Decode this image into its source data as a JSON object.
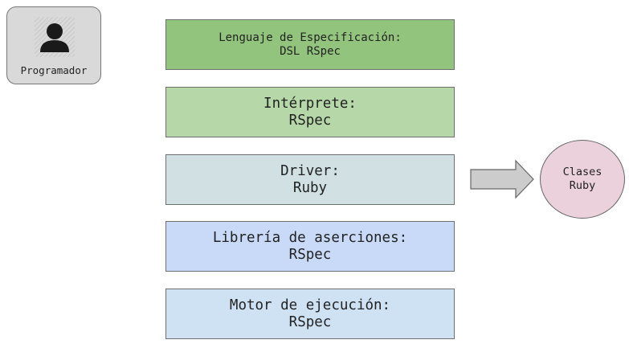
{
  "actor": {
    "label": "Programador",
    "icon": "user-silhouette-icon"
  },
  "layers": [
    {
      "line1": "Lenguaje de Especificación:",
      "line2": "DSL RSpec",
      "color": "#93c47d"
    },
    {
      "line1": "Intérprete:",
      "line2": "RSpec",
      "color": "#b6d7a8"
    },
    {
      "line1": "Driver:",
      "line2": "Ruby",
      "color": "#d0e0e3"
    },
    {
      "line1": "Librería de aserciones:",
      "line2": "RSpec",
      "color": "#c9daf8"
    },
    {
      "line1": "Motor de ejecución:",
      "line2": "RSpec",
      "color": "#cfe2f3"
    }
  ],
  "target": {
    "line1": "Clases",
    "line2": "Ruby",
    "color": "#ead1dc"
  },
  "arrow": {
    "icon": "right-arrow-icon",
    "color": "#cccccc"
  }
}
